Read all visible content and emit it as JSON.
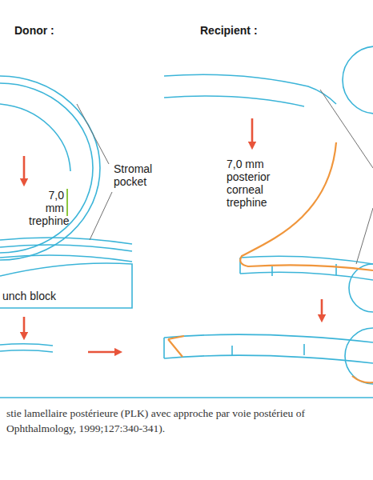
{
  "diagram": {
    "caption": "stie lamellaire postérieure (PLK) avec approche par voie postérieu of Ophthalmology, 1999;127:340-341).",
    "labels": [
      "Donor :",
      "Recipient :",
      "Stromal pocket",
      "7,0 mm trephine",
      "unch block",
      "7,0 mm posterior corneal trephine"
    ]
  }
}
